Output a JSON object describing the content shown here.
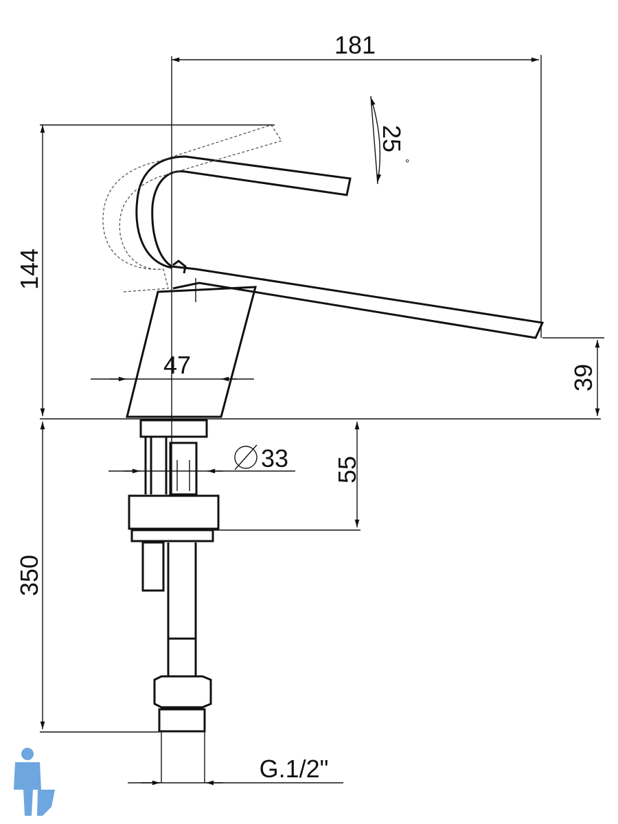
{
  "drawing": {
    "dimensions": {
      "spout_reach": "181",
      "total_height": "144",
      "tilt_angle": "25",
      "degree_symbol": "°",
      "base_width": "47",
      "spout_height": "39",
      "hole_diameter_symbol": "∅",
      "hole_diameter": "33",
      "shank_length": "55",
      "hose_length": "350",
      "connection_thread": "G.1/2\""
    },
    "colors": {
      "line": "#111111",
      "logo": "#4a90d9"
    }
  }
}
